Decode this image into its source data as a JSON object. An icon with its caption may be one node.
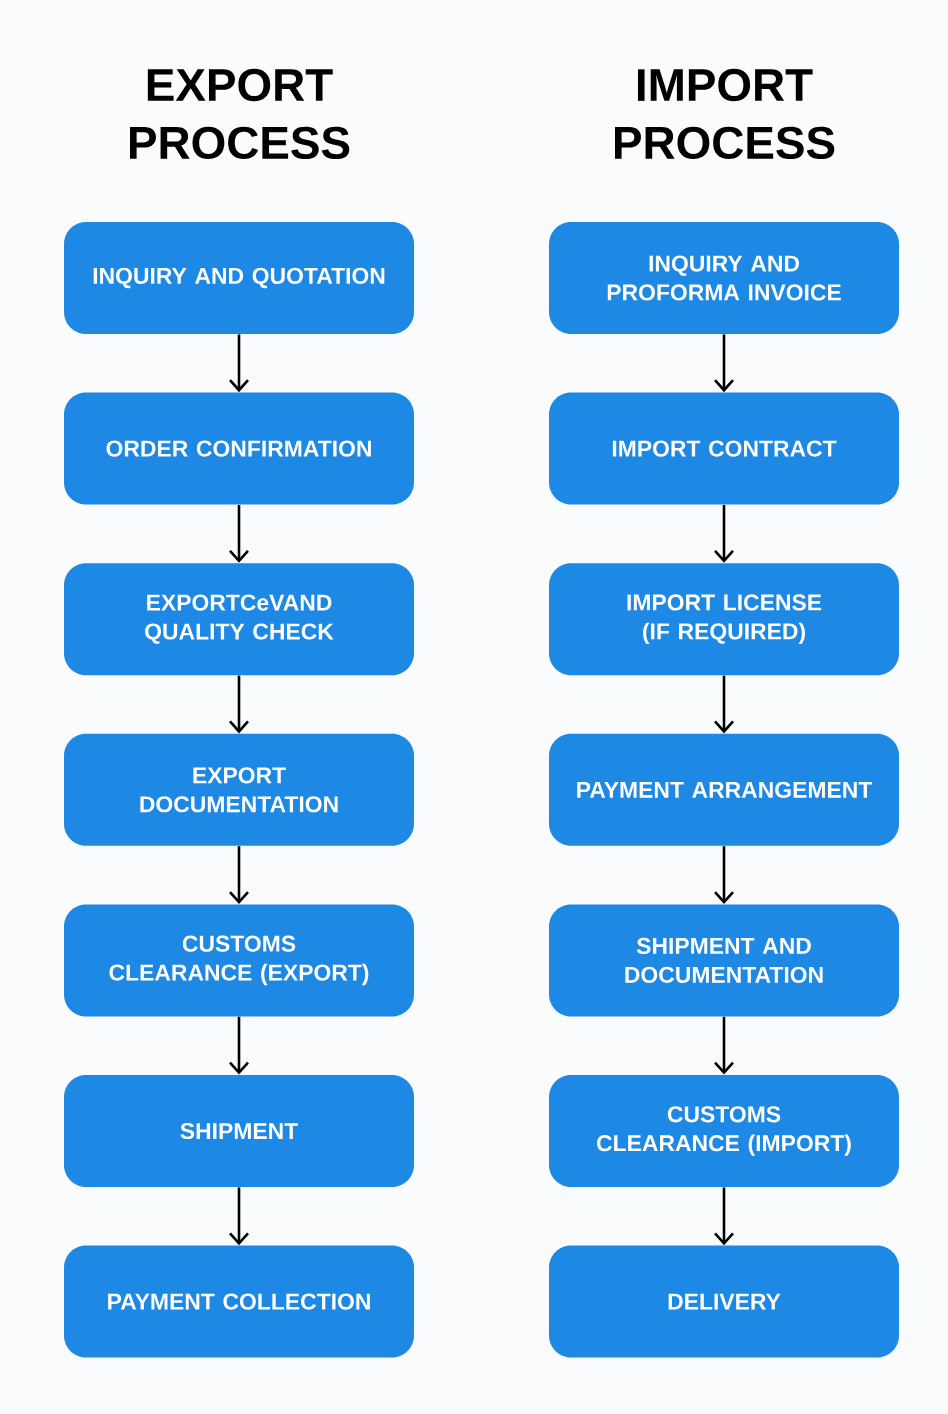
{
  "diagram": {
    "nodes": [
      {
        "text": [
          "INQUIRY AND QUOTATION"
        ]
      },
      {
        "text": [
          "ORDER CONFIRMATION"
        ]
      },
      {
        "text": [
          "EXPORTCeVAND QUALITY CHECK"
        ]
      },
      {
        "text": [
          "EXPORT DOCUMENTATION"
        ]
      },
      {
        "text": [
          "CUSTOMS CLEARANCE (EXPORT)"
        ]
      },
      {
        "text": [
          "SHIPMENT"
        ]
      },
      {
        "text": [
          "PAYMENT COLLECTION"
        ]
      },
      {
        "text": [
          "INQUIRY AND PROFORMA INVOICE"
        ]
      },
      {
        "text": [
          "IMPORT CONTRACT"
        ]
      },
      {
        "text": [
          "IMPORT LICENSE (IF REQUIRED)"
        ]
      },
      {
        "text": [
          "PAYMENT ARRANGEMENT"
        ]
      },
      {
        "text": [
          "SHIPMENT AND DOCUMENTATION"
        ]
      },
      {
        "text": [
          "CUSTOMS CLEARANCE (IMPORT)"
        ]
      },
      {
        "text": [
          "DELIVERY"
        ]
      }
    ],
    "edges": [
      {
        "from": 0,
        "to": 1,
        "arrow": "to"
      },
      {
        "from": 1,
        "to": 2,
        "arrow": "to"
      },
      {
        "from": 2,
        "to": 3,
        "arrow": "to"
      },
      {
        "from": 3,
        "to": 4,
        "arrow": "to"
      },
      {
        "from": 4,
        "to": 5,
        "arrow": "to"
      },
      {
        "from": 5,
        "to": 6,
        "arrow": "to"
      },
      {
        "from": 7,
        "to": 8,
        "arrow": "to"
      },
      {
        "from": 8,
        "to": 9,
        "arrow": "to"
      },
      {
        "from": 9,
        "to": 10,
        "arrow": "to"
      },
      {
        "from": 10,
        "to": 11,
        "arrow": "to"
      },
      {
        "from": 11,
        "to": 12,
        "arrow": "to"
      },
      {
        "from": 12,
        "to": 13,
        "arrow": "to"
      }
    ],
    "labels": [
      "EXPORT PROCESS",
      "IMPORT PROCESS"
    ]
  }
}
